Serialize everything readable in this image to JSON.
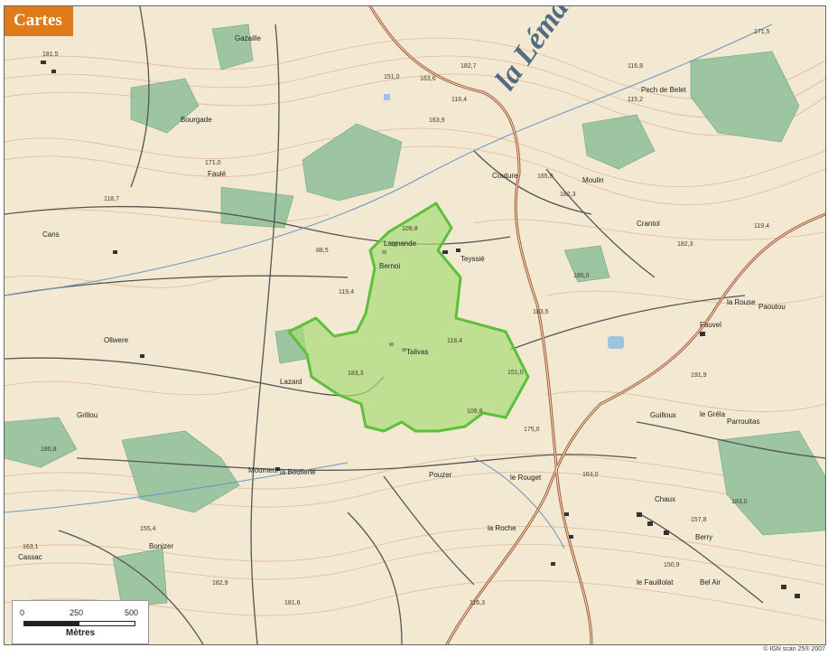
{
  "header": {
    "title": "Cartes"
  },
  "scale": {
    "ticks": [
      "0",
      "250",
      "500"
    ],
    "unit": "Mètres"
  },
  "copyright": "© IGN scan 25® 2007",
  "colors": {
    "tag": "#e07b1a",
    "zone_fill": "#a8dc78",
    "zone_stroke": "#5cc03a",
    "road": "#a15a3c",
    "forest": "#7fb687"
  },
  "places": [
    {
      "name": "Gazaille"
    },
    {
      "name": "Bourgade"
    },
    {
      "name": "Faulé"
    },
    {
      "name": "Couture"
    },
    {
      "name": "Moulin"
    },
    {
      "name": "Pech de Belet"
    },
    {
      "name": "Crantol"
    },
    {
      "name": "Larmande"
    },
    {
      "name": "Bernoi"
    },
    {
      "name": "Teyssié"
    },
    {
      "name": "Talivas"
    },
    {
      "name": "Lazard"
    },
    {
      "name": "la Boullerie"
    },
    {
      "name": "Moumeur"
    },
    {
      "name": "Pouzer"
    },
    {
      "name": "le Rouget"
    },
    {
      "name": "la Roche"
    },
    {
      "name": "Cassac"
    },
    {
      "name": "Guilloux"
    },
    {
      "name": "le Gréla"
    },
    {
      "name": "Parrouitas"
    },
    {
      "name": "Fauvel"
    },
    {
      "name": "la Rouse"
    },
    {
      "name": "Paoutou"
    },
    {
      "name": "le Fauillolat"
    },
    {
      "name": "Bel Air"
    },
    {
      "name": "Ollwere"
    },
    {
      "name": "Cans"
    },
    {
      "name": "Berry"
    },
    {
      "name": "Grillou"
    },
    {
      "name": "Bonizer"
    },
    {
      "name": "Chaux"
    }
  ],
  "altitudes": [
    "181,5",
    "163,6",
    "182,7",
    "116,8",
    "115,2",
    "151,0",
    "116,4",
    "171,0",
    "165,0",
    "182,3",
    "118,7",
    "163,9",
    "109,8",
    "88,5",
    "119,4",
    "118,4",
    "183,3",
    "151,0",
    "106,8",
    "185,0",
    "182,3",
    "119,4",
    "175,0",
    "183,5",
    "191,9",
    "183,0",
    "171,5",
    "163,0",
    "157,8",
    "163,1",
    "155,4",
    "182,9",
    "181,6",
    "116,3",
    "150,9",
    "180,8"
  ],
  "water": {
    "name": "la Lémance"
  }
}
